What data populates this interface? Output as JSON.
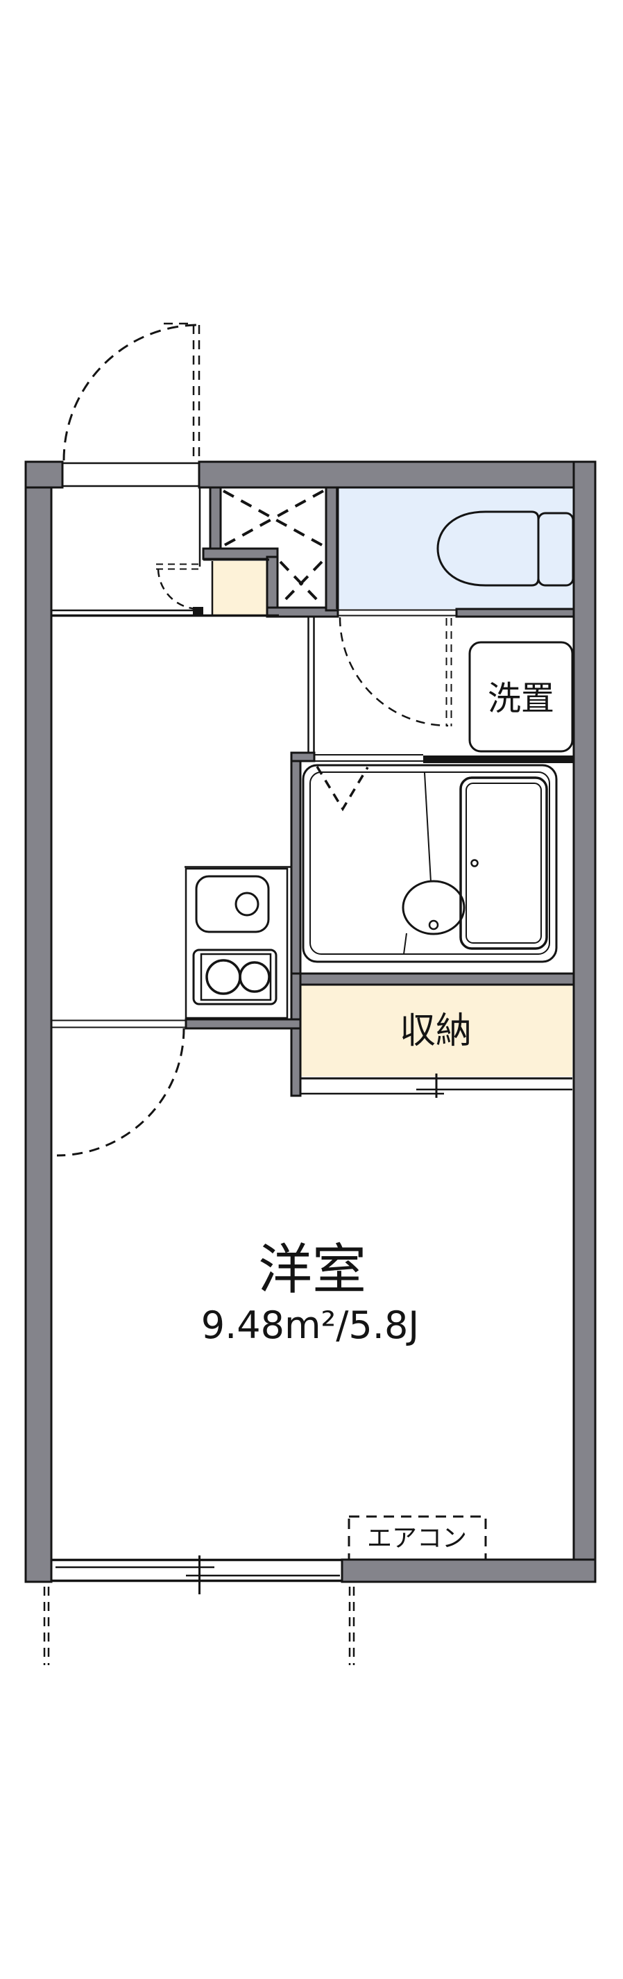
{
  "colors": {
    "background": "#ffffff",
    "wall_gray": "#84848b",
    "line_black": "#141414",
    "water_blue": "#e4eefb",
    "tatami_cream": "#fdf2d8"
  },
  "floorplan": {
    "washer_space_label": "洗置",
    "storage_label": "収納",
    "main_room_label": "洋室",
    "main_room_size_label": "9.48m²/5.8J",
    "aircon_label": "エアコン"
  }
}
